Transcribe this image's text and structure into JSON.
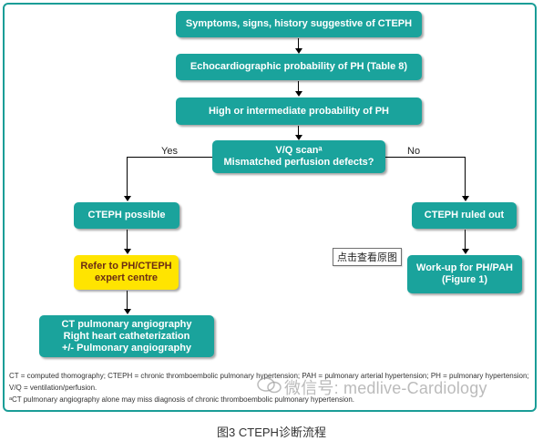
{
  "diagram": {
    "nodes": {
      "symptoms": "Symptoms, signs, history suggestive of CTEPH",
      "echo": "Echocardiographic probability of PH (Table 8)",
      "probability": "High or intermediate probability of PH",
      "vq_line1": "V/Q scanᵃ",
      "vq_line2": "Mismatched perfusion defects?",
      "cteph_possible": "CTEPH possible",
      "cteph_ruled_out": "CTEPH ruled out",
      "refer_line1": "Refer to PH/CTEPH",
      "refer_line2": "expert centre",
      "workup_line1": "Work-up for PH/PAH",
      "workup_line2": "(Figure 1)",
      "ct_line1": "CT pulmonary angiography",
      "ct_line2": "Right heart catheterization",
      "ct_line3": "+/- Pulmonary angiography"
    },
    "branch_labels": {
      "yes": "Yes",
      "no": "No"
    },
    "footnotes": {
      "line1": "CT = computed thomography; CTEPH = chronic thromboembolic pulmonary hypertension; PAH = pulmonary arterial hypertension; PH = pulmonary hypertension;",
      "line2": "V/Q = ventilation/perfusion.",
      "line3": "ᵃCT pulmonary angiography alone may miss diagnosis of chronic thromboembolic pulmonary hypertension."
    }
  },
  "overlay": {
    "tooltip": "点击查看原图",
    "watermark": "微信号: medlive-Cardiology"
  },
  "caption": "图3 CTEPH诊断流程",
  "colors": {
    "box": "#1aa39c",
    "highlight": "#ffe400",
    "frame": "#1a9d97"
  }
}
